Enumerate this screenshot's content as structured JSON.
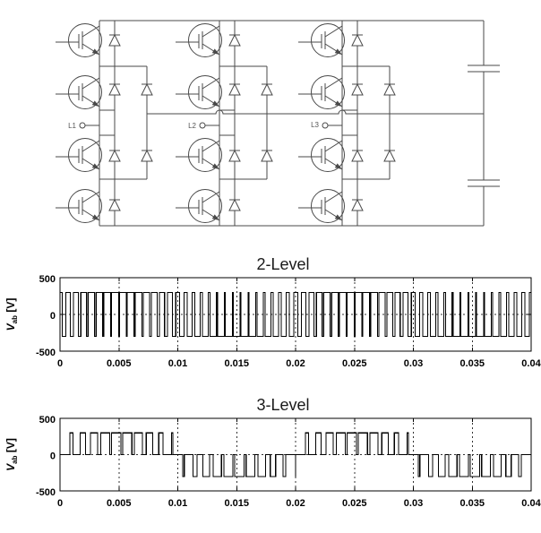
{
  "circuit": {
    "phase_labels": [
      "L1",
      "L2",
      "L3"
    ],
    "line_color": "#4a4a4a"
  },
  "chart_data": [
    {
      "type": "line",
      "title": "2-Level",
      "ylabel": {
        "sym": "V",
        "sub": "ab",
        "unit": "[V]"
      },
      "xlim": [
        0,
        0.04
      ],
      "ylim": [
        -500,
        500
      ],
      "xticks": [
        0,
        0.005,
        0.01,
        0.015,
        0.02,
        0.025,
        0.03,
        0.035,
        0.04
      ],
      "xtick_labels": [
        "0",
        "0.005",
        "0.01",
        "0.015",
        "0.02",
        "0.025",
        "0.03",
        "0.035",
        "0.04"
      ],
      "yticks": [
        500,
        0,
        -500
      ],
      "ytick_labels": [
        "500",
        "0",
        "-500"
      ],
      "grid": "dashed vertical at xticks + dashed zero line",
      "legend": null,
      "waveform": {
        "kind": "pwm-bipolar",
        "amplitude_V": 300,
        "fundamental_hz": 50,
        "carrier_hz": 1500,
        "modulation_index": 0.8,
        "levels_V": [
          300,
          -300
        ]
      },
      "line_color": "#000000"
    },
    {
      "type": "line",
      "title": "3-Level",
      "ylabel": {
        "sym": "V",
        "sub": "ab",
        "unit": "[V]"
      },
      "xlim": [
        0,
        0.04
      ],
      "ylim": [
        -500,
        500
      ],
      "xticks": [
        0,
        0.005,
        0.01,
        0.015,
        0.02,
        0.025,
        0.03,
        0.035,
        0.04
      ],
      "xtick_labels": [
        "0",
        "0.005",
        "0.01",
        "0.015",
        "0.02",
        "0.025",
        "0.03",
        "0.035",
        "0.04"
      ],
      "yticks": [
        500,
        0,
        -500
      ],
      "ytick_labels": [
        "500",
        "0",
        "-500"
      ],
      "grid": "dashed vertical at xticks + dashed zero line",
      "legend": null,
      "waveform": {
        "kind": "pwm-unipolar",
        "amplitude_V": 300,
        "fundamental_hz": 50,
        "carrier_hz": 1050,
        "modulation_index": 0.85,
        "levels_V": [
          300,
          0,
          -300
        ]
      },
      "line_color": "#000000"
    }
  ]
}
